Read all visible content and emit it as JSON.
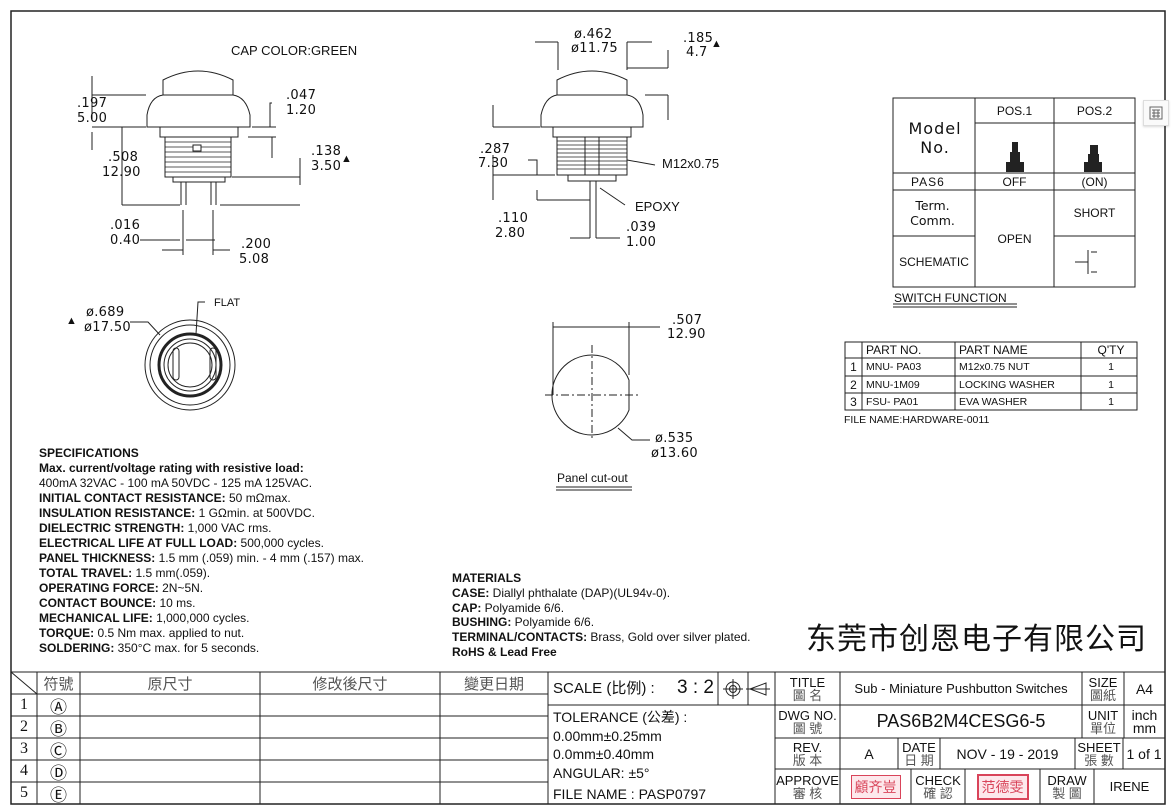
{
  "side_view": {
    "cap_color": "CAP COLOR:GREEN",
    "dim_197": ".197",
    "dim_500": "5.00",
    "dim_047": ".047",
    "dim_120": "1.20",
    "dim_508": ".508",
    "dim_1290": "12.90",
    "dim_138": ".138",
    "dim_350": "3.50",
    "dim_016": ".016",
    "dim_040": "0.40",
    "dim_200": ".200",
    "dim_508mm": "5.08"
  },
  "front_view": {
    "dim_462": "ø.462",
    "dim_1175": "ø11.75",
    "dim_185": ".185",
    "dim_47": "4.7",
    "dim_287": ".287",
    "dim_730": "7.30",
    "thread": "M12x0.75",
    "epoxy": "EPOXY",
    "dim_110": ".110",
    "dim_280": "2.80",
    "dim_039": ".039",
    "dim_100": "1.00"
  },
  "bottom_view": {
    "dim_689": "ø.689",
    "dim_1750": "ø17.50",
    "flat": "FLAT"
  },
  "panel_cutout": {
    "dim_507": ".507",
    "dim_1290": "12.90",
    "dim_535": "ø.535",
    "dim_1360": "ø13.60",
    "title": "Panel cut-out"
  },
  "switch_function": {
    "title": "SWITCH   FUNCTION",
    "model_no": "Model No.",
    "pos1": "POS.1",
    "pos2": "POS.2",
    "model": "PAS6",
    "off": "OFF",
    "on": "(ON)",
    "term_comm": "Term. Comm.",
    "open": "OPEN",
    "short": "SHORT",
    "schematic": "SCHEMATIC"
  },
  "parts_table": {
    "headers": [
      "",
      "PART NO.",
      "PART NAME",
      "Q'TY"
    ],
    "rows": [
      [
        "1",
        "MNU- PA03",
        "M12x0.75  NUT",
        "1"
      ],
      [
        "2",
        "MNU-1M09",
        "LOCKING WASHER",
        "1"
      ],
      [
        "3",
        "FSU- PA01",
        "EVA WASHER",
        "1"
      ]
    ],
    "file_name": "FILE NAME:HARDWARE-0011"
  },
  "specifications": {
    "title": "SPECIFICATIONS",
    "rating_heading": "Max. current/voltage rating with resistive load:",
    "rating_value": "400mA 32VAC - 100 mA 50VDC - 125 mA 125VAC.",
    "items": [
      [
        "INITIAL CONTACT RESISTANCE:",
        " 50 mΩmax."
      ],
      [
        "INSULATION RESISTANCE:",
        " 1 GΩmin. at 500VDC."
      ],
      [
        "DIELECTRIC STRENGTH:",
        " 1,000 VAC rms."
      ],
      [
        "ELECTRICAL LIFE AT FULL LOAD:",
        " 500,000 cycles."
      ],
      [
        "PANEL THICKNESS:",
        " 1.5 mm (.059) min. - 4 mm (.157) max."
      ],
      [
        "TOTAL TRAVEL:",
        " 1.5 mm(.059)."
      ],
      [
        "OPERATING FORCE:",
        " 2N~5N."
      ],
      [
        "CONTACT BOUNCE:",
        " 10 ms."
      ],
      [
        "MECHANICAL LIFE:",
        " 1,000,000  cycles."
      ],
      [
        "TORQUE:",
        " 0.5 Nm max. applied to nut."
      ],
      [
        "SOLDERING:",
        " 350°C max. for 5 seconds."
      ]
    ]
  },
  "materials": {
    "title": "MATERIALS",
    "items": [
      [
        "CASE:",
        " Diallyl phthalate (DAP)(UL94v-0)."
      ],
      [
        "CAP:",
        " Polyamide 6/6."
      ],
      [
        "BUSHING:",
        " Polyamide 6/6."
      ],
      [
        "TERMINAL/CONTACTS:",
        " Brass, Gold over silver plated."
      ],
      [
        "RoHS & Lead Free",
        ""
      ]
    ]
  },
  "company": "东莞市创恩电子有限公司",
  "revision_table": {
    "headers": [
      "符號",
      "原尺寸",
      "修改後尺寸",
      "變更日期"
    ],
    "rows": [
      [
        "1",
        "Ⓐ"
      ],
      [
        "2",
        "Ⓑ"
      ],
      [
        "3",
        "Ⓒ"
      ],
      [
        "4",
        "Ⓓ"
      ],
      [
        "5",
        "Ⓔ"
      ]
    ]
  },
  "scale_block": {
    "scale_label": "SCALE (比例) :",
    "scale_value": "3 : 2",
    "tolerance_label": "TOLERANCE (公差) :",
    "tol1": "0.00mm±0.25mm",
    "tol2": "0.0mm±0.40mm",
    "angular": "ANGULAR: ±5°",
    "file_name": "FILE NAME :  PASP0797"
  },
  "title_block": {
    "title_label": "TITLE",
    "title_cn": "圖 名",
    "title_value": "Sub - Miniature Pushbutton Switches",
    "size_label": "SIZE",
    "size_cn": "圖紙",
    "size_value": "A4",
    "dwg_label": "DWG NO.",
    "dwg_cn": "圖 號",
    "dwg_value": "PAS6B2M4CESG6-5",
    "unit_label": "UNIT",
    "unit_cn": "單位",
    "unit_value1": "inch",
    "unit_value2": "mm",
    "rev_label": "REV.",
    "rev_cn": "版 本",
    "rev_value": "A",
    "date_label": "DATE",
    "date_cn": "日 期",
    "date_value": "NOV - 19 - 2019",
    "sheet_label": "SHEET",
    "sheet_cn": "張 數",
    "sheet_value": "1 of 1",
    "approve_label": "APPROVE",
    "approve_cn": "審 核",
    "approve_stamp": "顧齐豈",
    "check_label": "CHECK",
    "check_cn": "確 認",
    "check_stamp": "范德雯",
    "draw_label": "DRAW",
    "draw_cn": "製 圖",
    "draw_value": "IRENE"
  },
  "colors": {
    "stamp": "#d9445a",
    "line": "#222222"
  }
}
